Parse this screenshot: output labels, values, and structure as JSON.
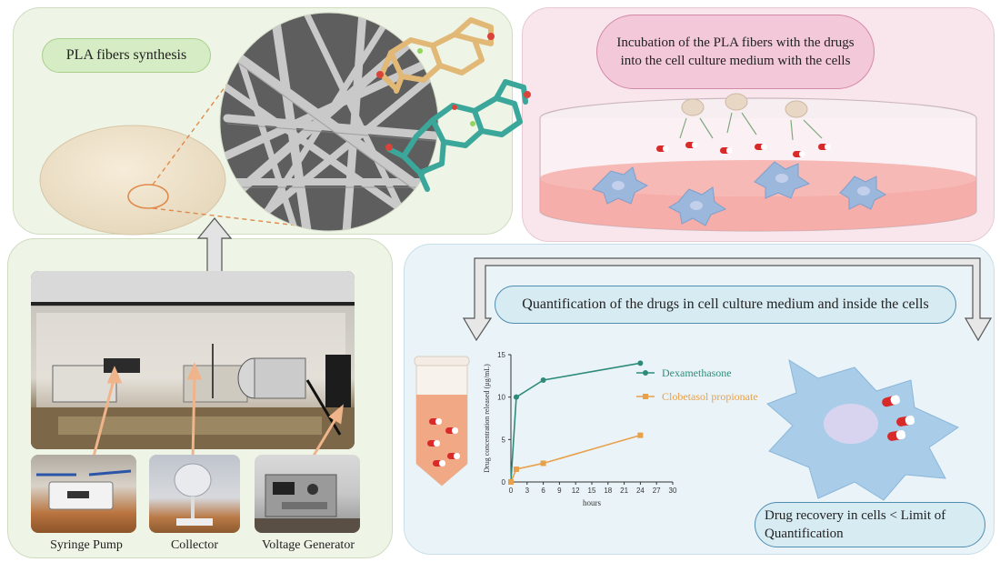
{
  "panel_top_left": {
    "title": "PLA fibers synthesis"
  },
  "panel_top_right": {
    "title": "Incubation of the PLA fibers with the drugs into the cell culture medium with the cells"
  },
  "panel_bottom_left": {
    "captions": [
      "Syringe Pump",
      "Collector",
      "Voltage Generator"
    ]
  },
  "panel_bottom_right": {
    "title": "Quantification of the drugs in cell culture medium and inside the cells",
    "result": "Drug recovery in cells < Limit of Quantification"
  },
  "chart_data": {
    "type": "line",
    "xlabel": "hours",
    "ylabel": "Drug concentration released (µg/mL)",
    "xlim": [
      0,
      30
    ],
    "ylim": [
      0,
      15
    ],
    "xticks": [
      0,
      3,
      6,
      9,
      12,
      15,
      18,
      21,
      24,
      27,
      30
    ],
    "yticks": [
      0,
      5,
      10,
      15
    ],
    "series": [
      {
        "name": "Dexamethasone",
        "color": "#2e8b7a",
        "marker": "circle",
        "x": [
          0,
          1,
          6,
          24
        ],
        "y": [
          0,
          10,
          12,
          14
        ]
      },
      {
        "name": "Clobetasol propionate",
        "color": "#e8a04a",
        "marker": "square",
        "x": [
          0,
          1,
          6,
          24
        ],
        "y": [
          0,
          1.5,
          2.2,
          5.5
        ]
      }
    ],
    "legend_position": "top-right"
  }
}
